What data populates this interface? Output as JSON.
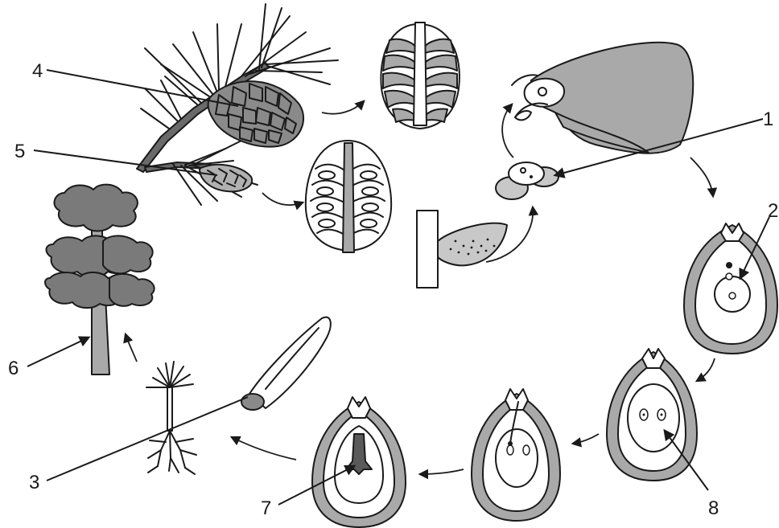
{
  "labels": {
    "l1": "1",
    "l2": "2",
    "l3": "3",
    "l4": "4",
    "l5": "5",
    "l6": "6",
    "l7": "7",
    "l8": "8"
  },
  "icons": {
    "tree": "pine-tree-icon",
    "branch": "pine-branch-with-cones-icon",
    "seedling": "seedling-icon",
    "winged_seed": "winged-seed-icon",
    "pollen": "pollen-grain-icon",
    "pollen_tube": "germinating-pollen-icon",
    "ovule": "ovule-icon"
  }
}
